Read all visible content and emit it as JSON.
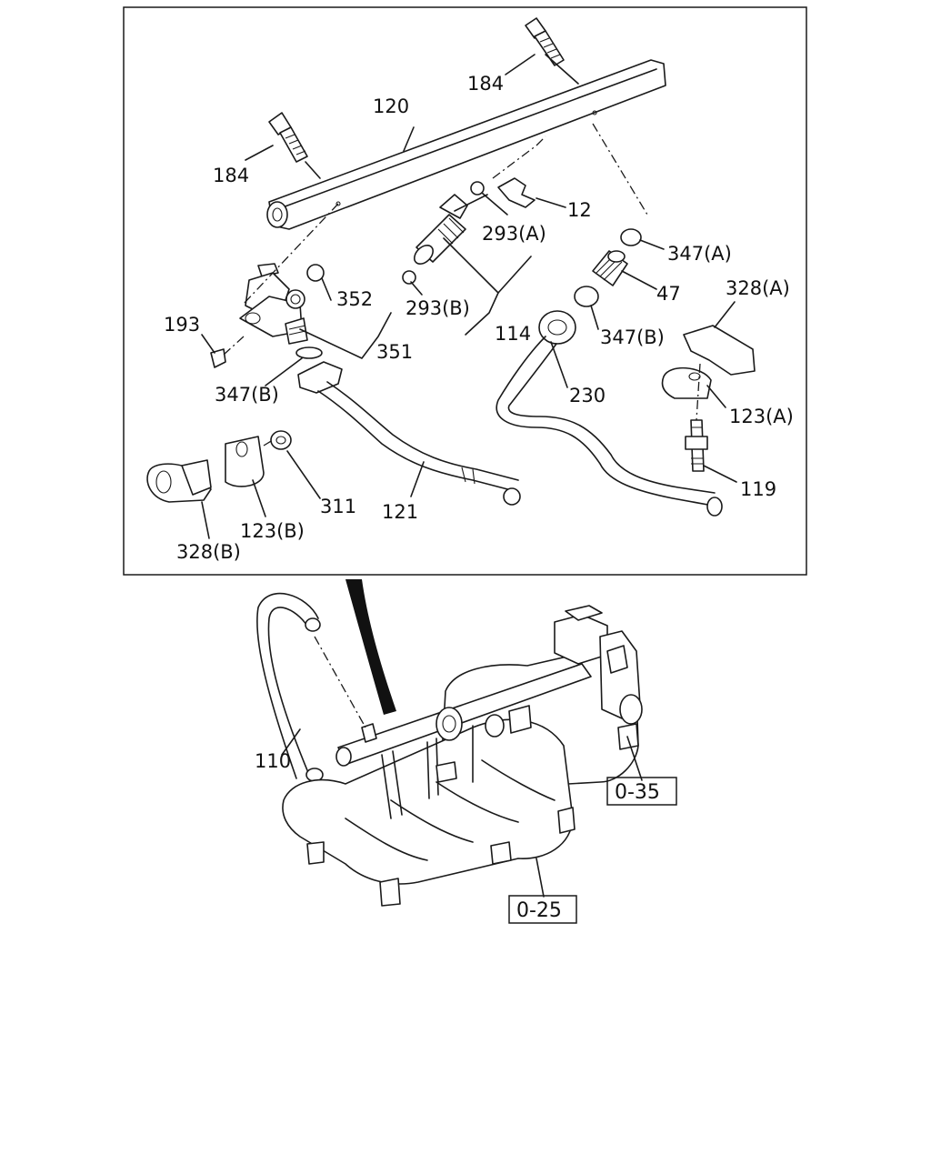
{
  "callouts": {
    "c184_top": "184",
    "c184_left": "184",
    "c120": "120",
    "c12": "12",
    "c293a": "293(A)",
    "c293b": "293(B)",
    "c347a": "347(A)",
    "c47": "47",
    "c328a": "328(A)",
    "c352": "352",
    "c193": "193",
    "c351": "351",
    "c114": "114",
    "c347b_mid": "347(B)",
    "c347b_left": "347(B)",
    "c230": "230",
    "c123a": "123(A)",
    "c311": "311",
    "c121": "121",
    "c119": "119",
    "c123b": "123(B)",
    "c328b": "328(B)",
    "c110": "110"
  },
  "references": {
    "ref_0_35": "0-35",
    "ref_0_25": "0-25"
  }
}
